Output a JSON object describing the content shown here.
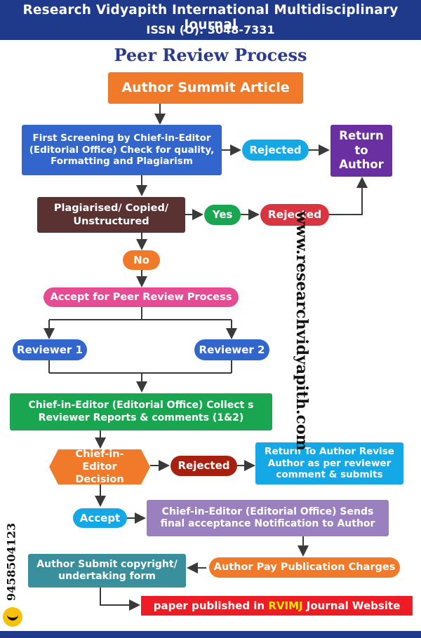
{
  "header": {
    "journal_title": "Research Vidyapith International Multidisciplinary Journal",
    "issn": "ISSN (O): 3048-7331"
  },
  "page_title": "Peer Review Process",
  "nodes": {
    "author_submit": "Author Summit Article",
    "first_screening": "First Screening by Chief-in-Editor (Editorial Office) Check for quality, Formatting and Plagiarism",
    "rejected_1": "Rejected",
    "return_to_author": "Return to Author",
    "plagiarised": "Plagiarised/ Copied/ Unstructured",
    "yes": "Yes",
    "rejected_2": "Rejected",
    "no": "No",
    "accept_peer_review": "Accept for Peer Review Process",
    "reviewer_1": "Reviewer 1",
    "reviewer_2": "Reviewer 2",
    "collects_reports": "Chief-in-Editor (Editorial Office) Collect s Reviewer Reports & comments (1&2)",
    "decision": "Chief-in-Editor Decision",
    "rejected_3": "Rejected",
    "return_revise": "Return To Author Revise Author as per reviewer comment & submits",
    "accept": "Accept",
    "final_acceptance": "Chief-in-Editor (Editorial Office) Sends final acceptance Notification to Author",
    "pay_charges": "Author Pay Publication Charges",
    "submit_copyright": "Author Submit copyright/ undertaking form",
    "published_prefix": "paper published in ",
    "published_highlight": "RVIMJ",
    "published_suffix": " Journal Website"
  },
  "side": {
    "website": "www.researchvidyapith.com",
    "phone": "9458504123"
  },
  "colors": {
    "banner": "#1f3a8a",
    "orange": "#f07a2a",
    "blue": "#3366cc",
    "cyan": "#14a9e6",
    "purple": "#6a2fa0",
    "maroon": "#5a3232",
    "green": "#1aa650",
    "red": "#d9343f",
    "pink": "#e64c94",
    "dark_red": "#a8200f",
    "lavender": "#9b80bf",
    "teal": "#3a8f9c",
    "bright_red": "#ee1c24",
    "highlight": "#ffe800"
  }
}
